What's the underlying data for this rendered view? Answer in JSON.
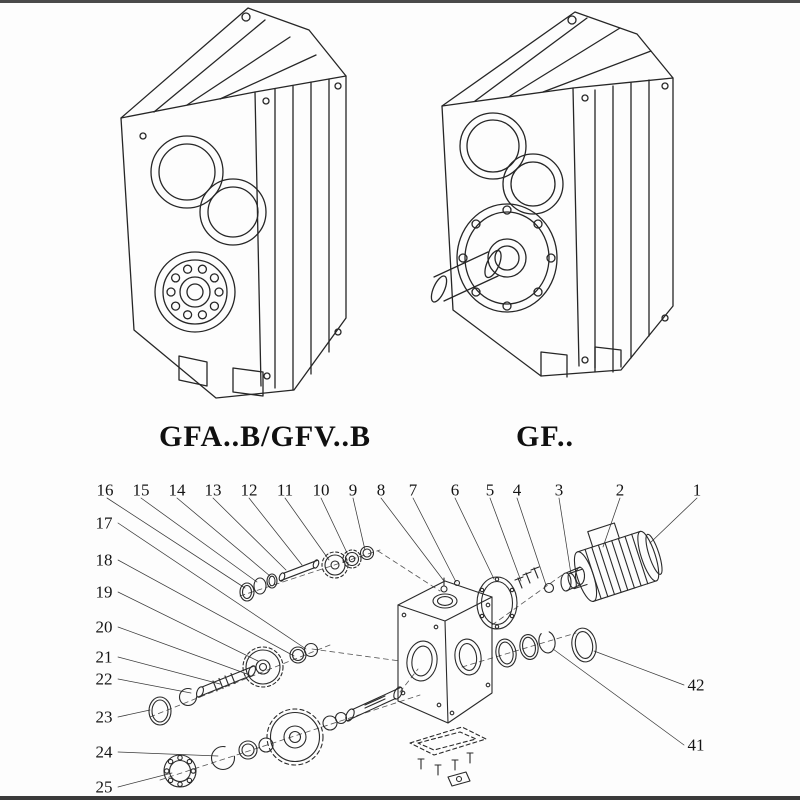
{
  "colors": {
    "ink": "#262626",
    "background": "#ffffff"
  },
  "models": {
    "left": "GFA..B/GFV..B",
    "right": "GF.."
  },
  "callouts": {
    "top": [
      "16",
      "15",
      "14",
      "13",
      "12",
      "11",
      "10",
      "9",
      "8",
      "7",
      "6",
      "5",
      "4",
      "3",
      "2",
      "1"
    ],
    "left": [
      "17",
      "18",
      "19",
      "20",
      "21",
      "22",
      "23",
      "24",
      "25"
    ],
    "right": [
      "42",
      "41"
    ]
  }
}
